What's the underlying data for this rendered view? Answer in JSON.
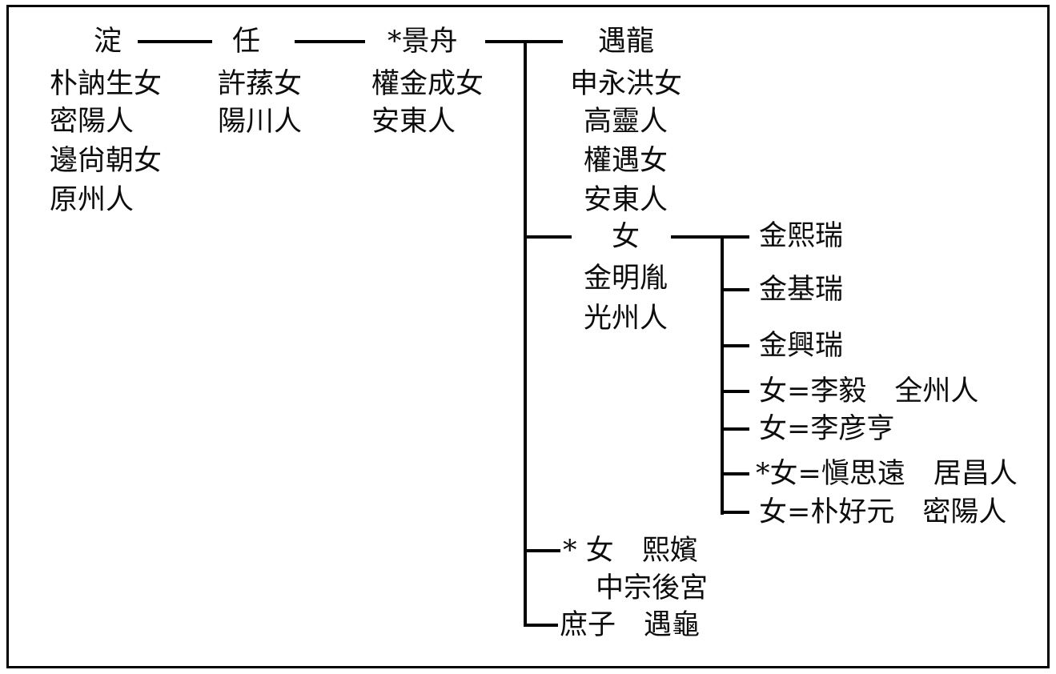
{
  "page": {
    "background_color": "#ffffff",
    "ink_color": "#0d0d0d",
    "diagram_type": "genealogy-family-tree"
  },
  "tree": {
    "generations": [
      {
        "name": "淀",
        "notes": [
          "朴訥生女",
          "密陽人",
          "邊尙朝女",
          "原州人"
        ]
      },
      {
        "name": "任",
        "notes": [
          "許蓀女",
          "陽川人"
        ]
      },
      {
        "name": "*景舟",
        "notes": [
          "權金成女",
          "安東人"
        ]
      }
    ],
    "children": [
      {
        "name": "遇龍",
        "notes": [
          "申永洪女",
          "高靈人",
          "權遇女",
          "安東人"
        ],
        "children": []
      },
      {
        "name": "女",
        "notes": [
          "金明胤",
          "光州人"
        ],
        "children": [
          "金熙瑞",
          "金基瑞",
          "金興瑞",
          "女=李毅　全州人",
          "女=李彦亨",
          "*女=愼思遠　居昌人",
          "女=朴好元　密陽人"
        ]
      },
      {
        "name": "* 女　熙嬪",
        "notes": [
          "中宗後宮"
        ],
        "children": []
      },
      {
        "name": "庶子　遇龜",
        "notes": [],
        "children": []
      }
    ]
  }
}
